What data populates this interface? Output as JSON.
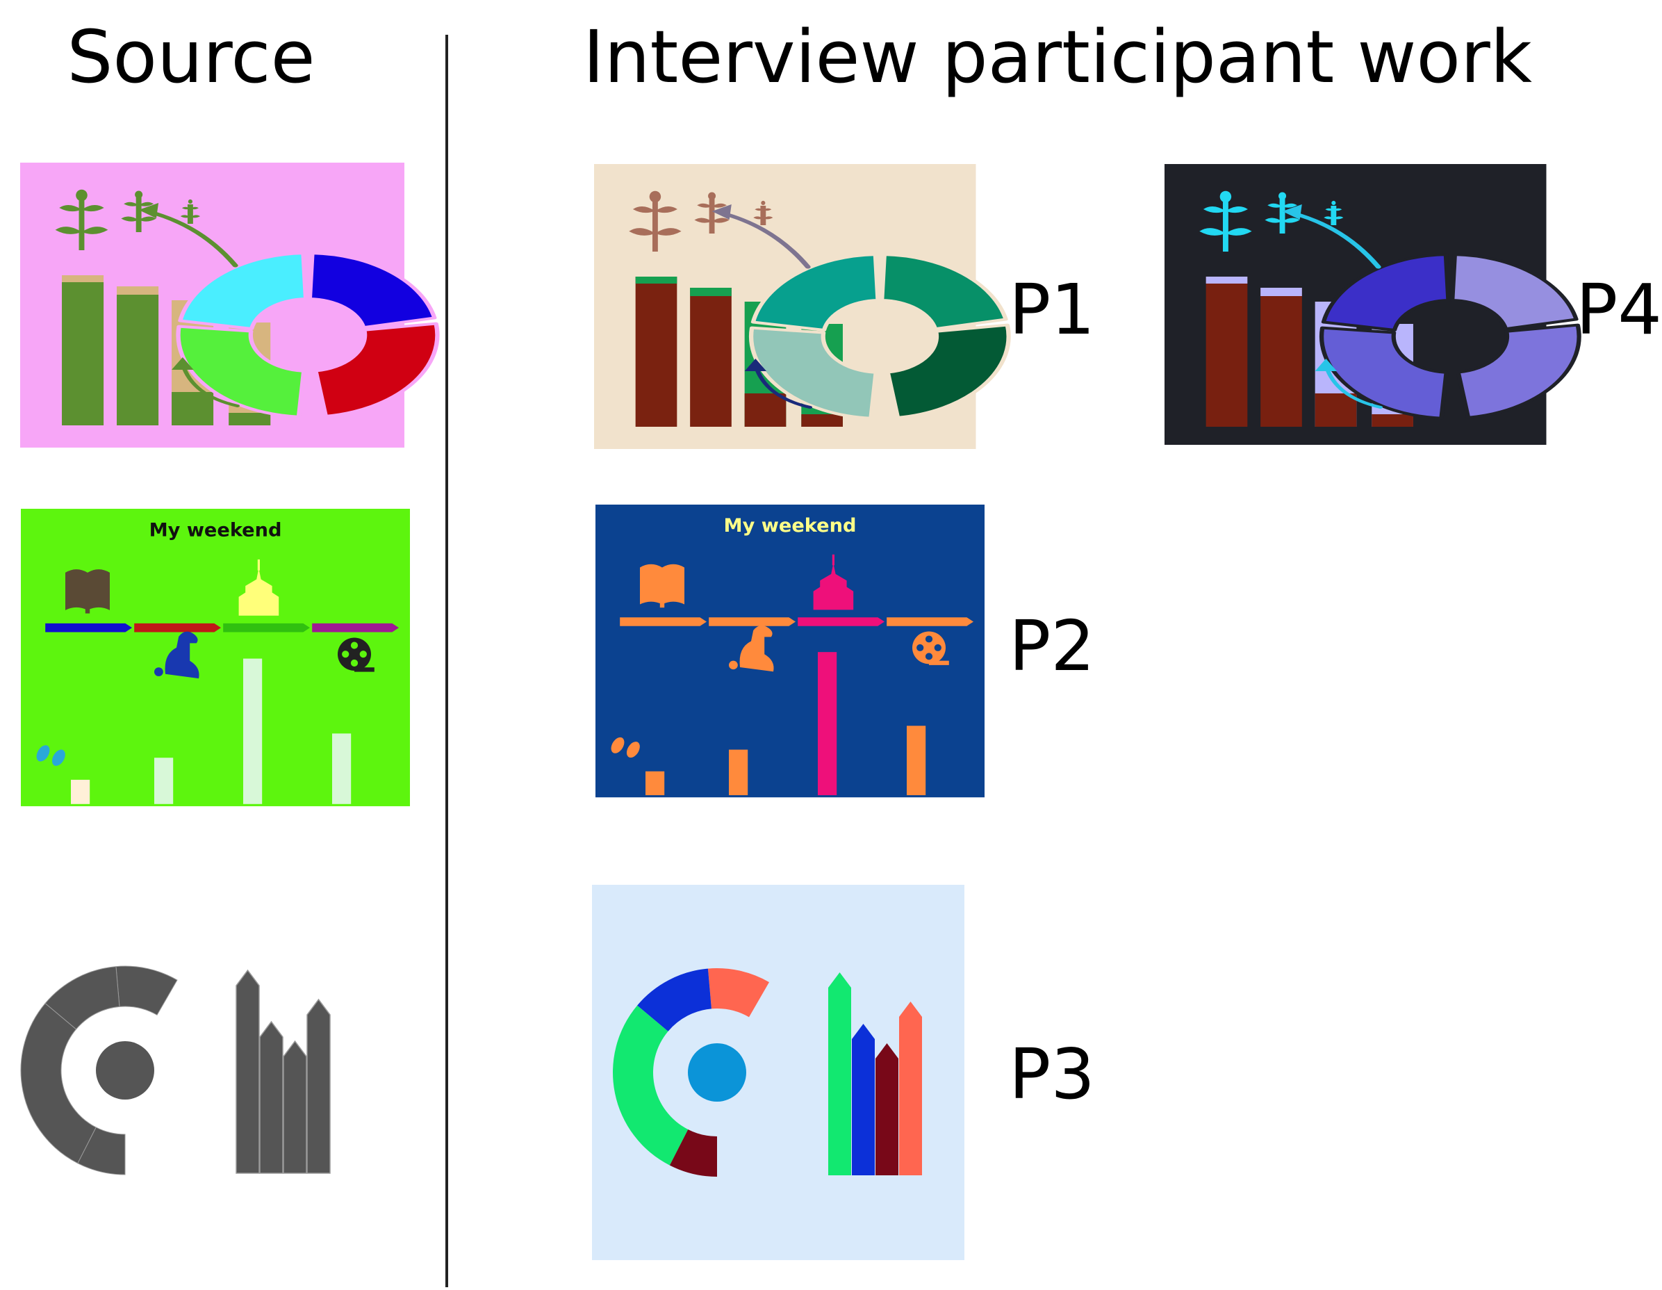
{
  "headings": {
    "source": "Source",
    "participant": "Interview participant work"
  },
  "participants": {
    "p1": "P1",
    "p2": "P2",
    "p3": "P3",
    "p4": "P4"
  },
  "weekend_title": "My weekend",
  "icons": [
    "sprout-icon",
    "arrow-icon",
    "book-icon",
    "dog-icon",
    "temple-icon",
    "film-reel-icon",
    "footprints-icon"
  ],
  "themes": {
    "source_growth": {
      "bg": "#f7a6f7",
      "bar": "#5c9030",
      "bar_top": "#d7b57f",
      "sprout": "#5c9030",
      "arrow": "#5c9030",
      "seg": [
        "#4aeeff",
        "#1200e0",
        "#d00012",
        "#55f03c"
      ],
      "gap": "#f7a6f7"
    },
    "p1_growth": {
      "bg": "#f1e2cc",
      "bar": "#7a2210",
      "bar_top": "#16a050",
      "sprout": "#a86e5a",
      "arrow": "#7e7490",
      "arrow2": "#1a2a7a",
      "seg": [
        "#07a08e",
        "#079068",
        "#035a35",
        "#92c6b8"
      ],
      "gap": "#f1e2cc"
    },
    "p4_growth": {
      "bg": "#1f2128",
      "bar": "#782010",
      "bar_top": "#b9b5fc",
      "sprout": "#22d8f2",
      "arrow": "#28c4e8",
      "seg": [
        "#3b2fc8",
        "#968fe0",
        "#7d74dc",
        "#645ed6"
      ],
      "gap": "#1f2128"
    },
    "source_weekend": {
      "bg": "#5df50e",
      "title": "#111111",
      "line": [
        "#1010d0",
        "#c01818",
        "#30c010",
        "#a01894"
      ],
      "book": "#5a4a35",
      "dog": "#1838b0",
      "temple": "#ffff7a",
      "reel": "#222222",
      "feet": "#2aa8d8",
      "bars": [
        "#fff0d8",
        "#d8f8d8",
        "#d8f8d8",
        "#d8f8d8"
      ]
    },
    "p2_weekend": {
      "bg": "#0b4290",
      "title": "#ffff88",
      "line": [
        "#ff8a3c",
        "#ff8a3c",
        "#ee107a",
        "#ff8a3c"
      ],
      "book": "#ff8a3c",
      "dog": "#ff8a3c",
      "temple": "#ee107a",
      "reel": "#ff8a3c",
      "feet": "#ff8a3c",
      "bars": [
        "#ff8a3c",
        "#ff8a3c",
        "#ee107a",
        "#ff8a3c"
      ]
    },
    "source_shapes": {
      "bg": "#ffffff",
      "ring": [
        "#555555",
        "#555555",
        "#555555",
        "#555555"
      ],
      "dot": "#555555",
      "bars": [
        "#555555",
        "#555555",
        "#555555",
        "#555555"
      ]
    },
    "p3_shapes": {
      "bg": "#d9eafb",
      "ring": [
        "#ff6650",
        "#0c30d8",
        "#12e870",
        "#780818"
      ],
      "dot": "#0b94d8",
      "bars": [
        "#12e870",
        "#0c30d8",
        "#780818",
        "#ff6650"
      ]
    }
  }
}
